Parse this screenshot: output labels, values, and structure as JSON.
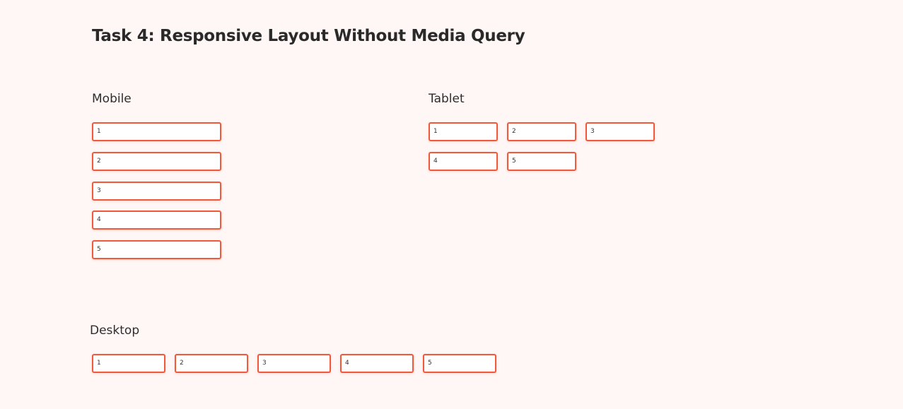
{
  "page": {
    "title": "Task 4: Responsive Layout Without Media Query",
    "background_color": "#fff7f6",
    "accent_color": "#f05a3c"
  },
  "mobile": {
    "label": "Mobile",
    "items": [
      "1",
      "2",
      "3",
      "4",
      "5"
    ]
  },
  "tablet": {
    "label": "Tablet",
    "items": [
      "1",
      "2",
      "3",
      "4",
      "5"
    ]
  },
  "desktop": {
    "label": "Desktop",
    "items": [
      "1",
      "2",
      "3",
      "4",
      "5"
    ]
  }
}
